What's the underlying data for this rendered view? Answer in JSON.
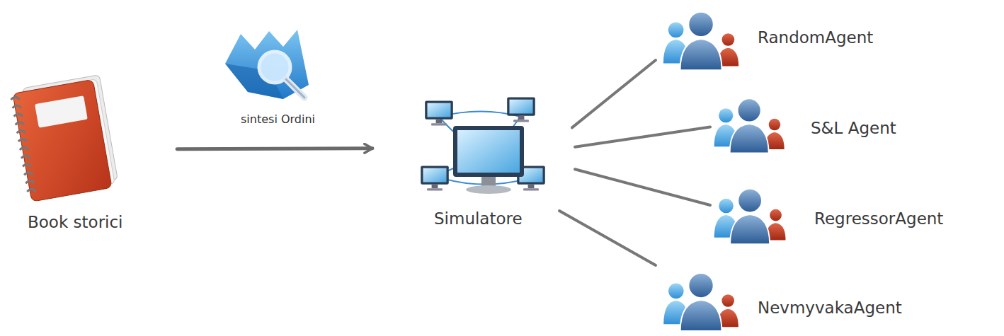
{
  "diagram": {
    "nodes": [
      {
        "text": [
          "Book storici"
        ]
      },
      {
        "text": [
          "Simulatore"
        ]
      },
      {
        "text": [
          "RandomAgent"
        ]
      },
      {
        "text": [
          "S&L Agent"
        ]
      },
      {
        "text": [
          "RegressorAgent"
        ]
      },
      {
        "text": [
          "NevmyvakaAgent"
        ]
      }
    ],
    "edges": [
      {
        "from": 0,
        "to": 1,
        "arrow": "to",
        "label": "sintesi Ordini"
      },
      {
        "from": 1,
        "to": 2,
        "arrow": "none"
      },
      {
        "from": 1,
        "to": 3,
        "arrow": "none"
      },
      {
        "from": 1,
        "to": 4,
        "arrow": "none"
      },
      {
        "from": 1,
        "to": 5,
        "arrow": "none"
      }
    ]
  }
}
